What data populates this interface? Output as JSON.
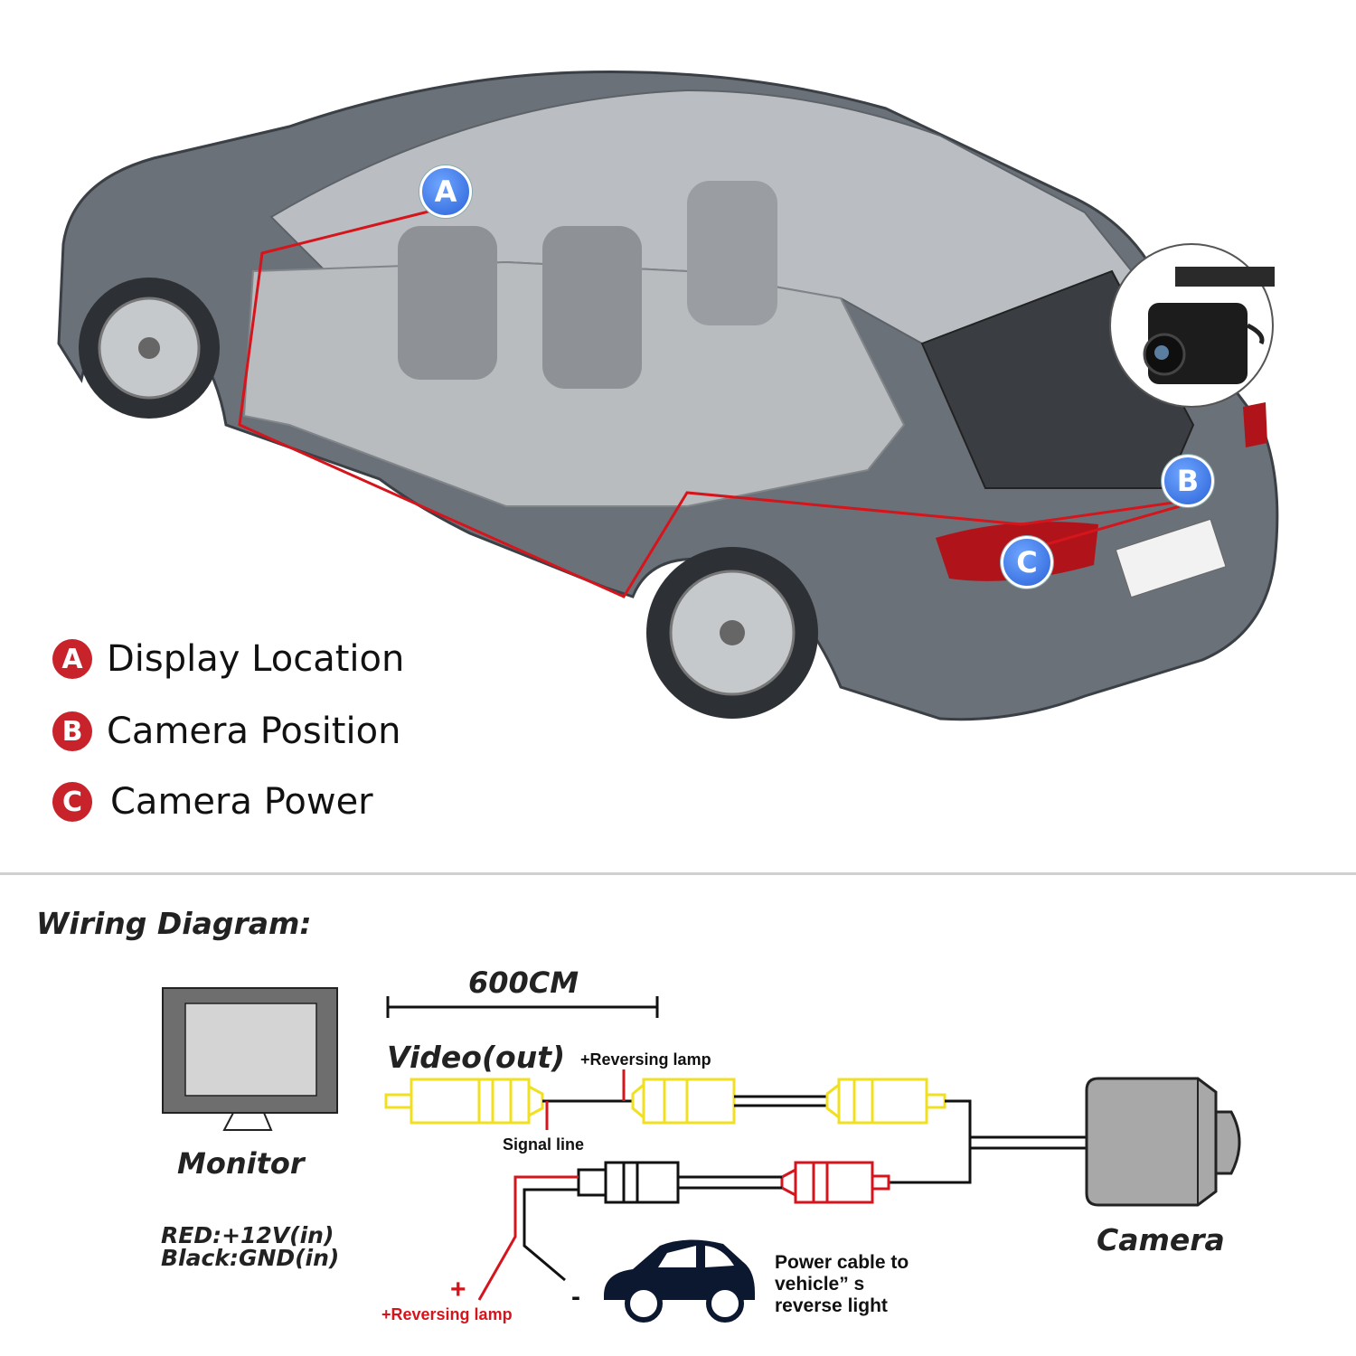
{
  "legend": {
    "a": {
      "badge": "A",
      "text": "Display Location"
    },
    "b": {
      "badge": "B",
      "text": "Camera Position"
    },
    "c": {
      "badge": "C",
      "text": "Camera Power"
    }
  },
  "markers": {
    "a": "A",
    "b": "B",
    "c": "C"
  },
  "wiring": {
    "title": "Wiring Diagram:",
    "length": "600CM",
    "video_out": "Video(out)",
    "reversing_lamp_top": "+Reversing lamp",
    "signal_line": "Signal line",
    "monitor": "Monitor",
    "red_label": "RED:+12V(in)",
    "black_label": "Black:GND(in)",
    "plus": "+",
    "minus": "-",
    "reversing_lamp_bottom": "+Reversing lamp",
    "power_cable_1": "Power cable to",
    "power_cable_2": "vehicle” s",
    "power_cable_3": "reverse light",
    "camera": "Camera"
  },
  "colors": {
    "red": "#d6141c",
    "yellow": "#f0e020",
    "badge_red": "#c8232b",
    "marker_blue": "#2a62d8",
    "car_gray": "#6b7178"
  }
}
